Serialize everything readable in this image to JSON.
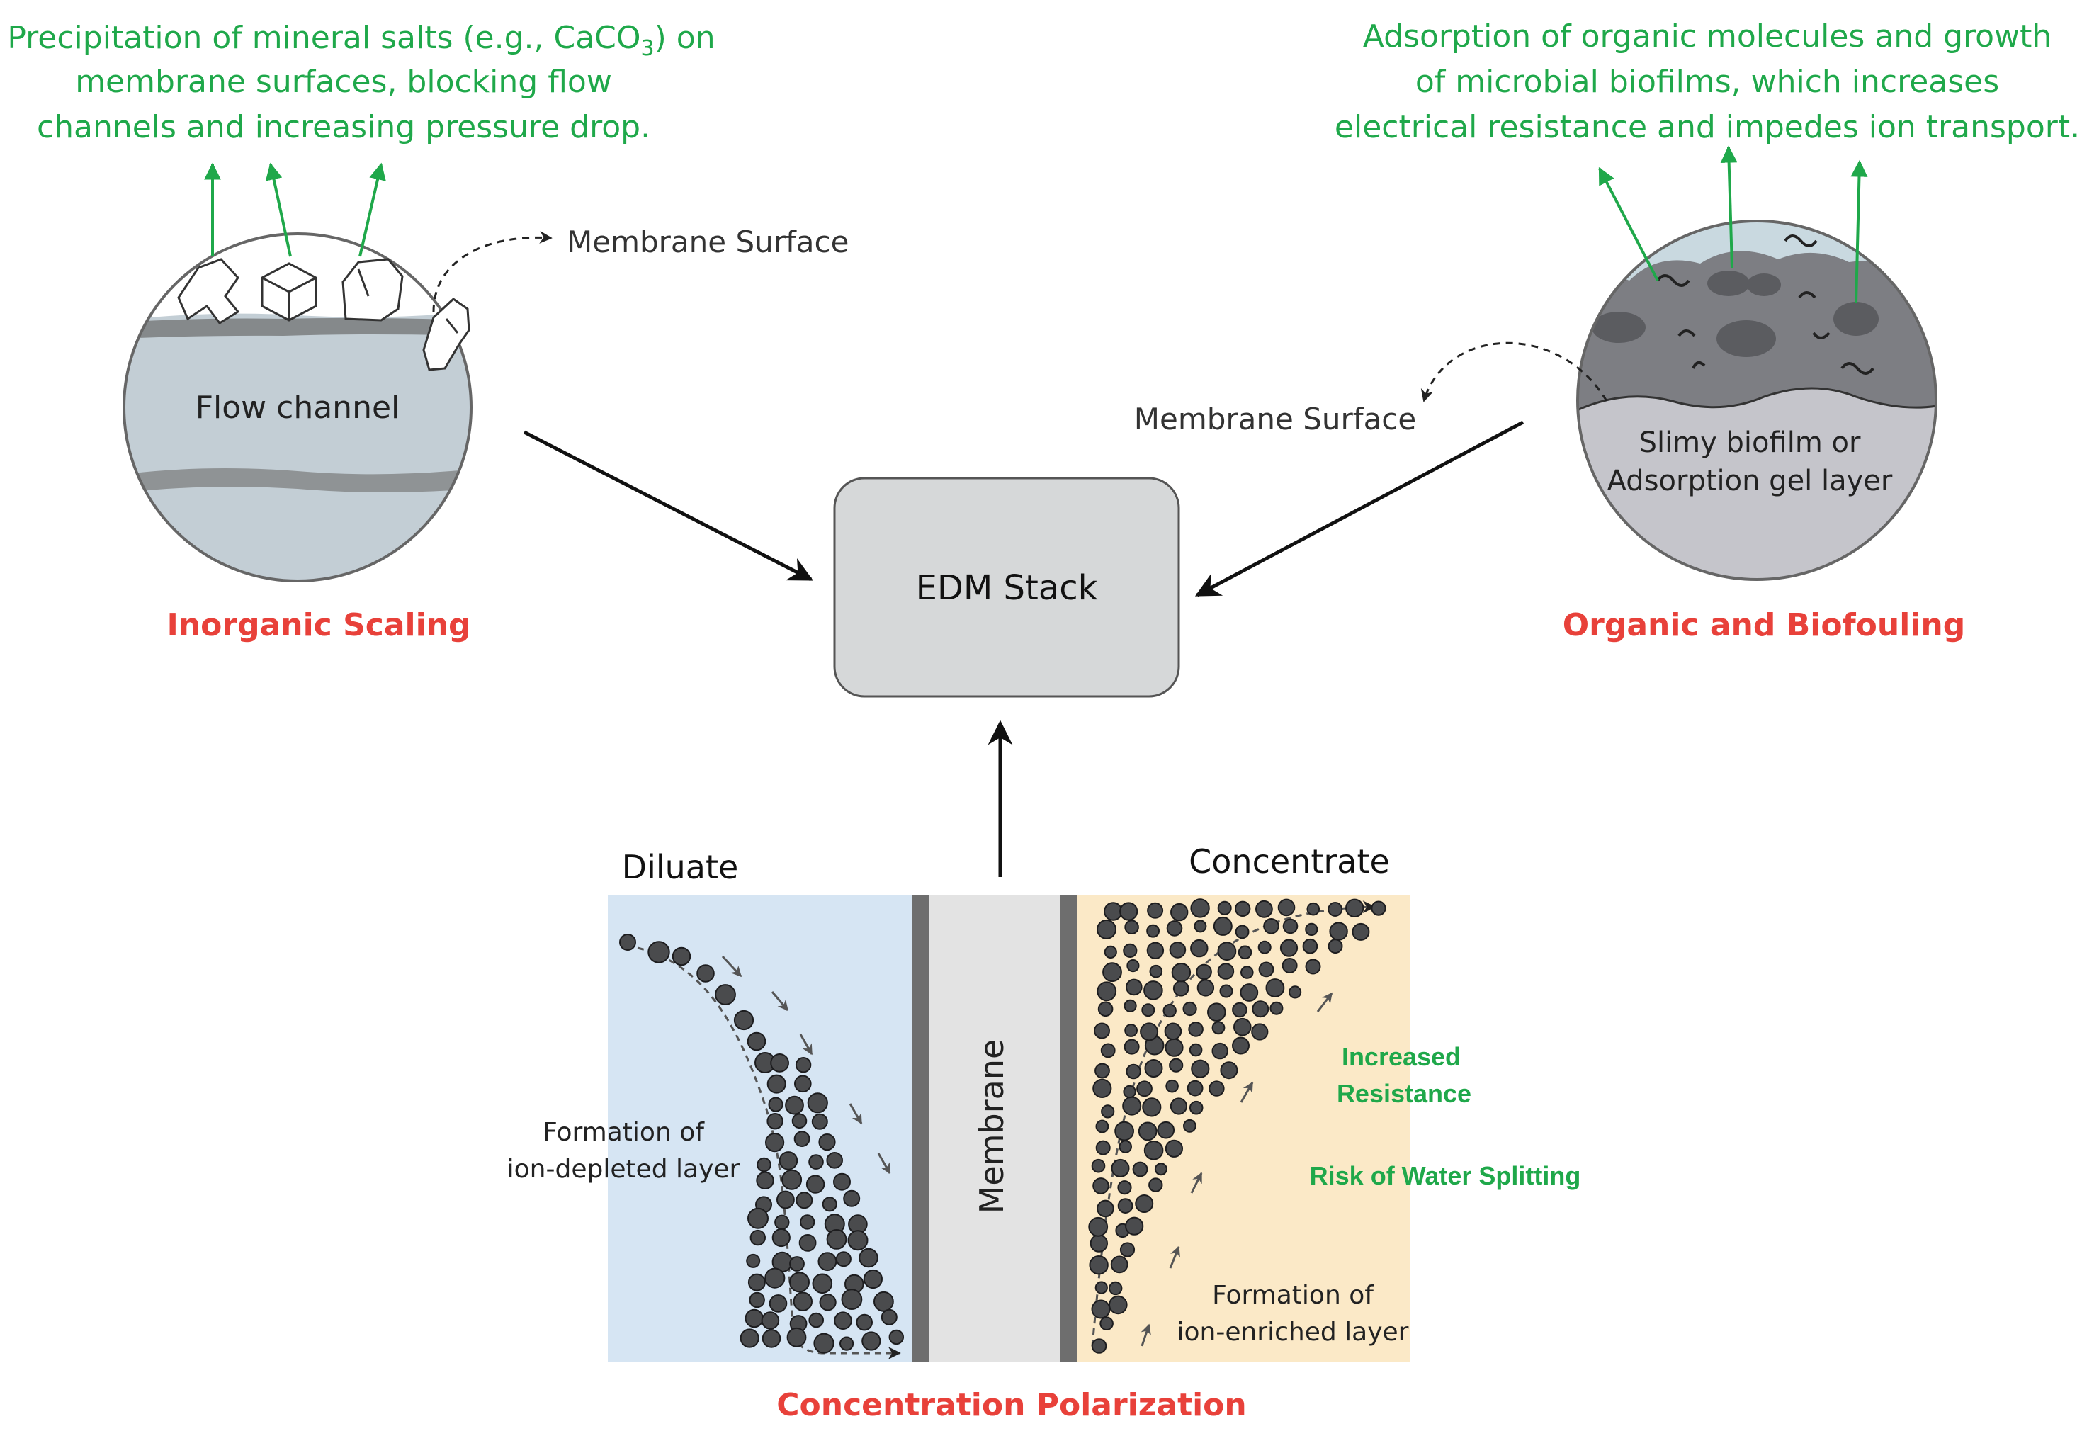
{
  "colors": {
    "accent_green": "#1fa84a",
    "accent_red": "#e8413a",
    "membrane_stroke": "#555555",
    "diluate_bg": "#d6e5f3",
    "concentrate_bg": "#fbe9c7",
    "water": "#c6d2d9",
    "stack_fill": "#d6d8d9",
    "ion_fill": "#4a4b4d"
  },
  "icons": [
    "crystal-icon",
    "cube-icon",
    "bacteria-icon",
    "ion-particle-icon"
  ],
  "inorganic": {
    "caption_line1": "Precipitation of mineral salts (e.g., CaCO",
    "caption_sub": "3",
    "caption_line1_end": ") on",
    "caption_line2": "membrane surfaces, blocking flow",
    "caption_line3": "channels and increasing pressure drop.",
    "membrane_label": "Membrane Surface",
    "channel_label": "Flow channel",
    "title": "Inorganic Scaling"
  },
  "organic": {
    "caption_line1": "Adsorption of organic molecules and growth",
    "caption_line2": "of microbial biofilms, which increases",
    "caption_line3": "electrical resistance and impedes ion transport.",
    "membrane_label": "Membrane Surface",
    "gel_line1": "Slimy biofilm or",
    "gel_line2": "Adsorption gel layer",
    "title": "Organic and Biofouling"
  },
  "center": {
    "stack_label": "EDM Stack"
  },
  "polarization": {
    "diluate_label": "Diluate",
    "concentrate_label": "Concentrate",
    "membrane_label": "Membrane",
    "depleted_line1": "Formation of",
    "depleted_line2": "ion-depleted layer",
    "enriched_line1": "Formation of",
    "enriched_line2": "ion-enriched layer",
    "resistance_line1": "Increased",
    "resistance_line2": "Resistance",
    "water_splitting": "Risk of Water Splitting",
    "title": "Concentration Polarization"
  }
}
